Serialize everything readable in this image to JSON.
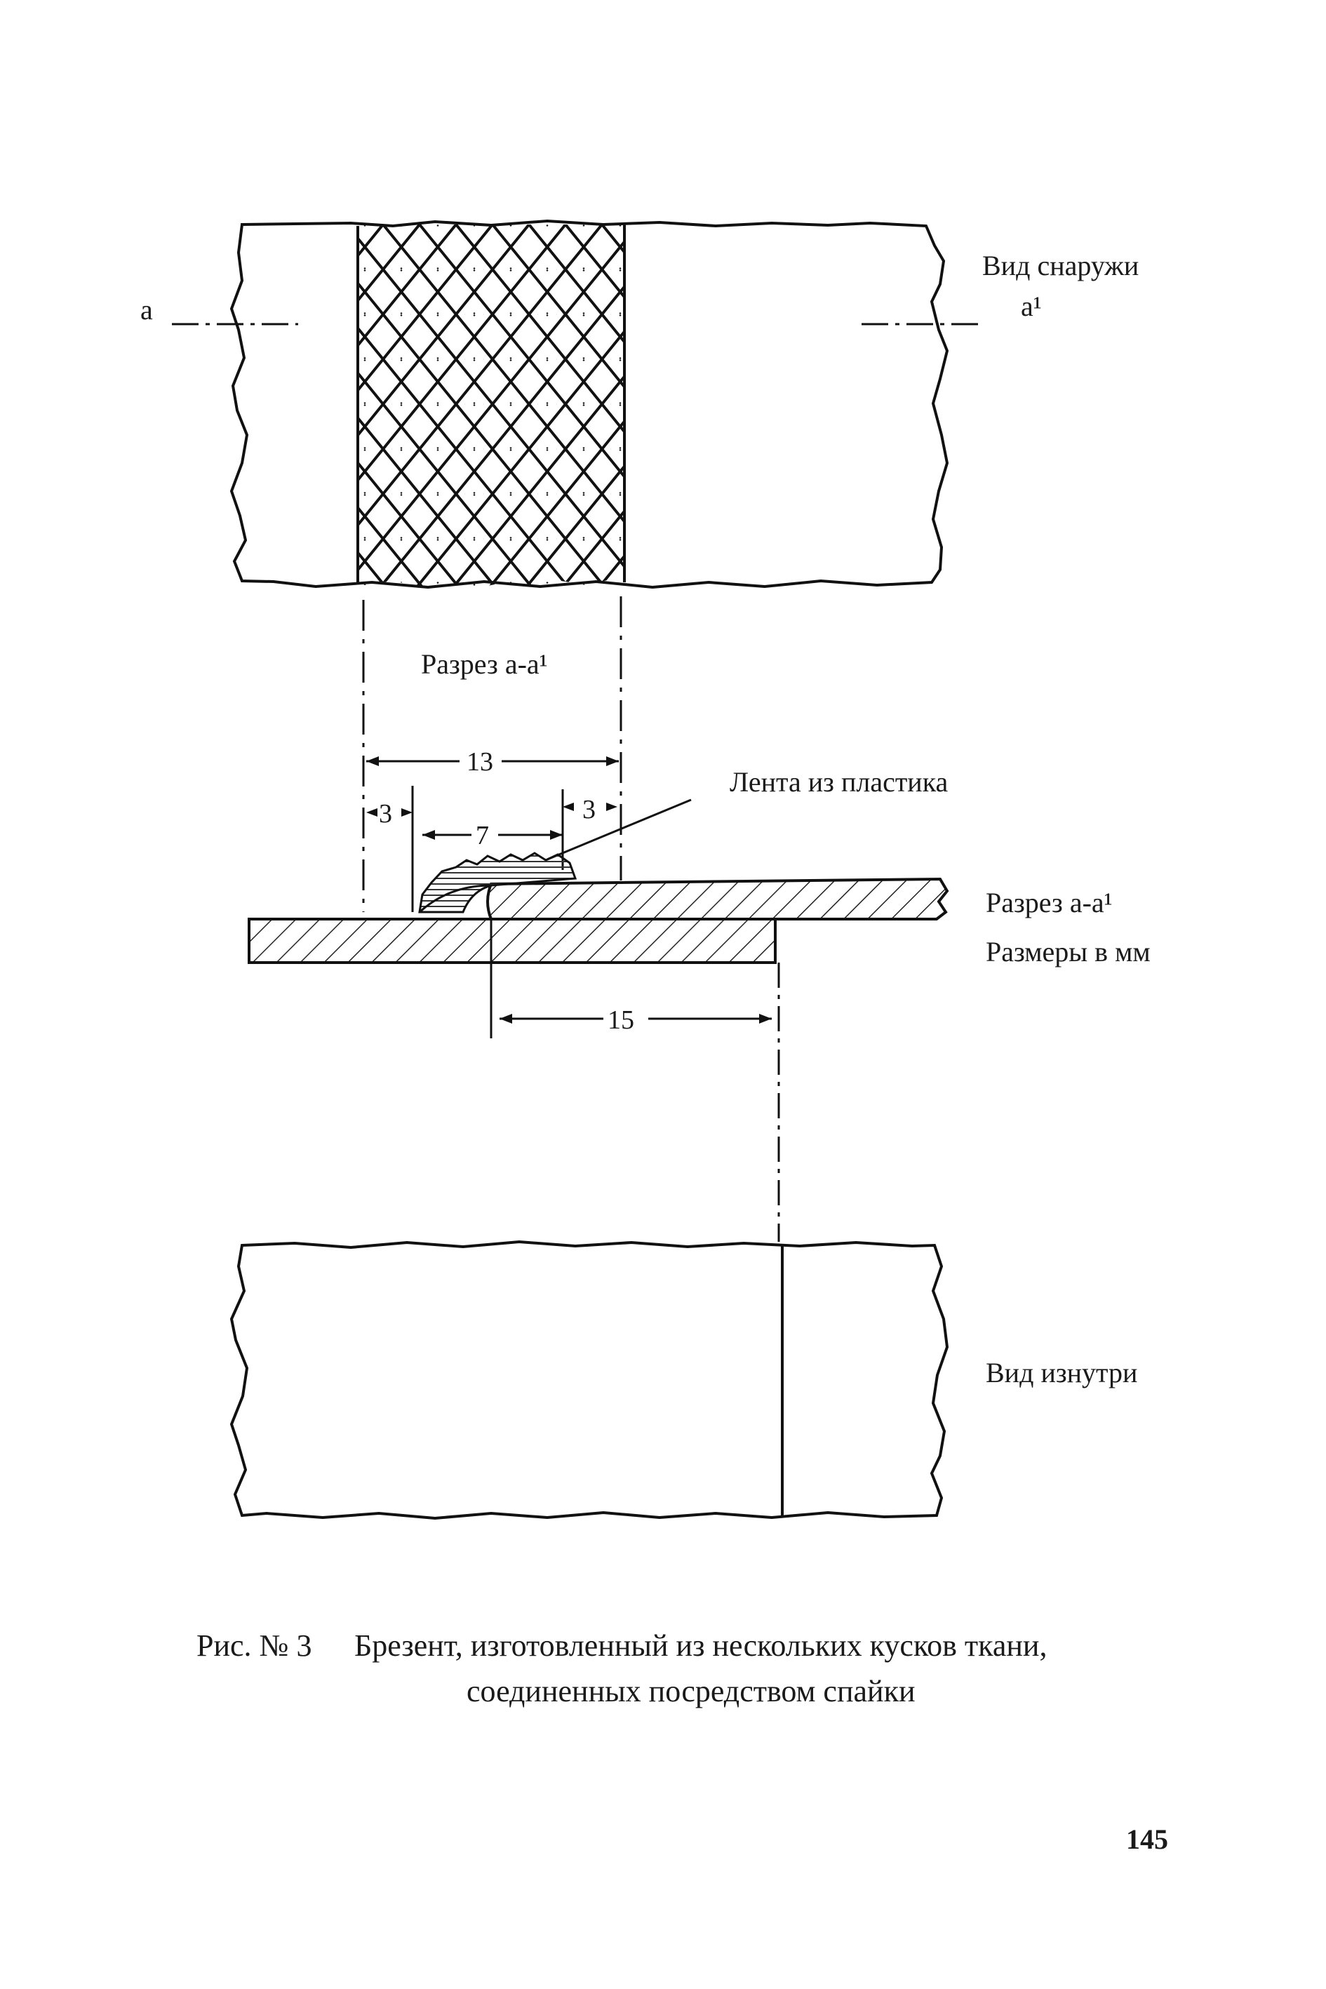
{
  "figure": {
    "outer_view_label": "Вид снаружи",
    "section_mark_left": "a",
    "section_mark_right": "a¹",
    "section_title": "Разрез  a-a¹",
    "tape_label": "Лента из пластика",
    "section_side_label": "Разрез  a-a¹",
    "units_label": "Размеры в мм",
    "inner_view_label": "Вид изнутри",
    "dimensions": {
      "total_width": "13",
      "left_margin": "3",
      "tape_width": "7",
      "right_margin": "3",
      "overlap": "15"
    }
  },
  "caption": {
    "number": "Рис. № 3",
    "line1": "Брезент, изготовленный из нескольких кусков ткани,",
    "line2": "соединенных посредством спайки"
  },
  "page_number": "145"
}
